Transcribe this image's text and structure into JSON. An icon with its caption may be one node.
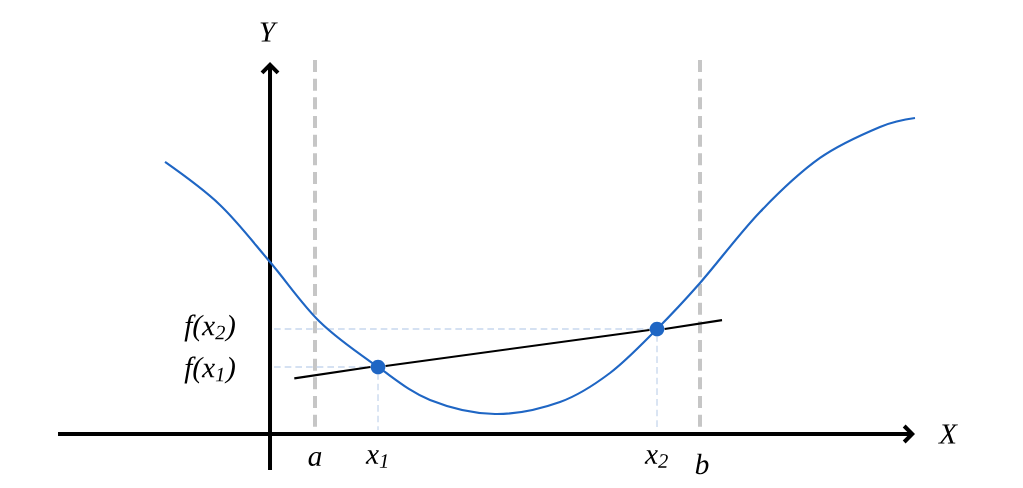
{
  "diagram": {
    "nodes": [
      {
        "text": [],
        "shape": "circle"
      },
      {
        "text": [],
        "shape": "circle"
      }
    ],
    "edges": [
      {
        "from": 0,
        "to": 1,
        "arrow": "none"
      }
    ],
    "labels": [
      "Y",
      "X",
      "f(x$_{2}$)",
      "f(x$_{1}$)",
      "a",
      "x$_{1}$",
      "x$_{2}$",
      "b"
    ]
  }
}
